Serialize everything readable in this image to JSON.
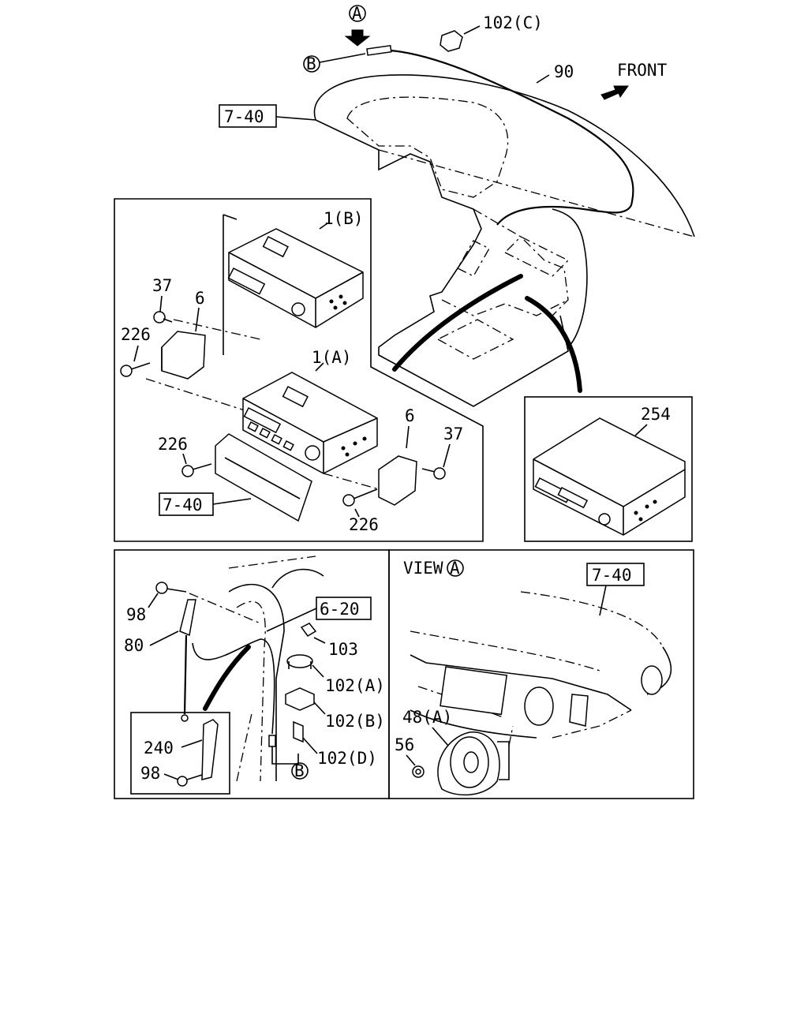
{
  "labels": {
    "view_a_top": "A",
    "ref_b_top": "B",
    "ref_b_bottom": "B",
    "part_102c": "102(C)",
    "part_90": "90",
    "front": "FRONT",
    "ref_7_40_top": "7-40",
    "part_1b": "1(B)",
    "part_37_left": "37",
    "part_6_left": "6",
    "part_226_left": "226",
    "part_1a": "1(A)",
    "part_6_right": "6",
    "part_37_right": "37",
    "part_226_mid": "226",
    "ref_7_40_mid": "7-40",
    "part_226_bottom": "226",
    "part_254": "254",
    "part_98_top": "98",
    "part_80": "80",
    "ref_6_20": "6-20",
    "part_103": "103",
    "part_102a": "102(A)",
    "part_102b": "102(B)",
    "part_102d": "102(D)",
    "part_240": "240",
    "part_98_bottom": "98",
    "view_label": "VIEW",
    "view_circle": "A",
    "ref_7_40_view": "7-40",
    "part_48a": "48(A)",
    "part_56": "56"
  }
}
